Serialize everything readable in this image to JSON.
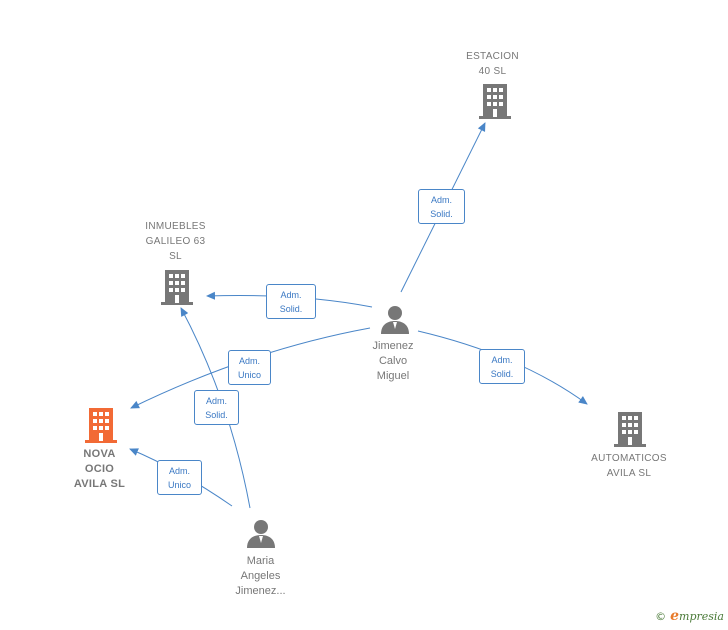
{
  "nodes": {
    "estacion": {
      "label": "ESTACION\n40  SL",
      "type": "company"
    },
    "inmuebles": {
      "label": "INMUEBLES\nGALILEO 63\nSL",
      "type": "company"
    },
    "nova": {
      "label": "NOVA\nOCIO\nAVILA  SL",
      "type": "company-focus"
    },
    "automaticos": {
      "label": "AUTOMATICOS\nAVILA  SL",
      "type": "company"
    },
    "jimenez": {
      "label": "Jimenez\nCalvo\nMiguel",
      "type": "person"
    },
    "maria": {
      "label": "Maria\nAngeles\nJimenez...",
      "type": "person"
    }
  },
  "edges": [
    {
      "from": "jimenez",
      "to": "estacion",
      "label": "Adm.\nSolid."
    },
    {
      "from": "jimenez",
      "to": "inmuebles",
      "label": "Adm.\nSolid."
    },
    {
      "from": "jimenez",
      "to": "nova",
      "label": "Adm.\nUnico"
    },
    {
      "from": "jimenez",
      "to": "automaticos",
      "label": "Adm.\nSolid."
    },
    {
      "from": "maria",
      "to": "inmuebles",
      "label": "Adm.\nSolid."
    },
    {
      "from": "maria",
      "to": "nova",
      "label": "Adm.\nUnico"
    }
  ],
  "colors": {
    "edge": "#4a86c8",
    "company": "#777777",
    "focus": "#f26a35",
    "person": "#777777"
  },
  "brand": {
    "copyright": "©",
    "initial": "e",
    "name": "mpresia"
  }
}
